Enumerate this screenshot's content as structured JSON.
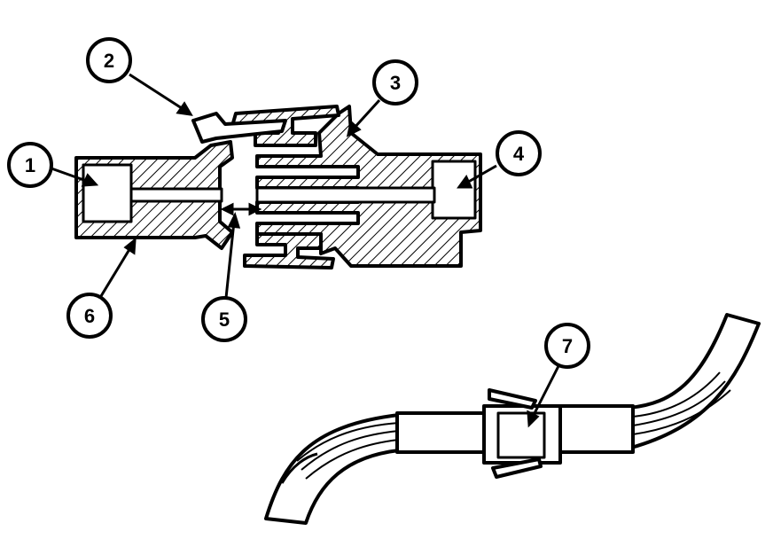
{
  "colors": {
    "ink": "#000000",
    "paper": "#ffffff"
  },
  "callouts": [
    {
      "id": "1",
      "label": "1"
    },
    {
      "id": "2",
      "label": "2"
    },
    {
      "id": "3",
      "label": "3"
    },
    {
      "id": "4",
      "label": "4"
    },
    {
      "id": "5",
      "label": "5"
    },
    {
      "id": "6",
      "label": "6"
    },
    {
      "id": "7",
      "label": "7"
    }
  ]
}
